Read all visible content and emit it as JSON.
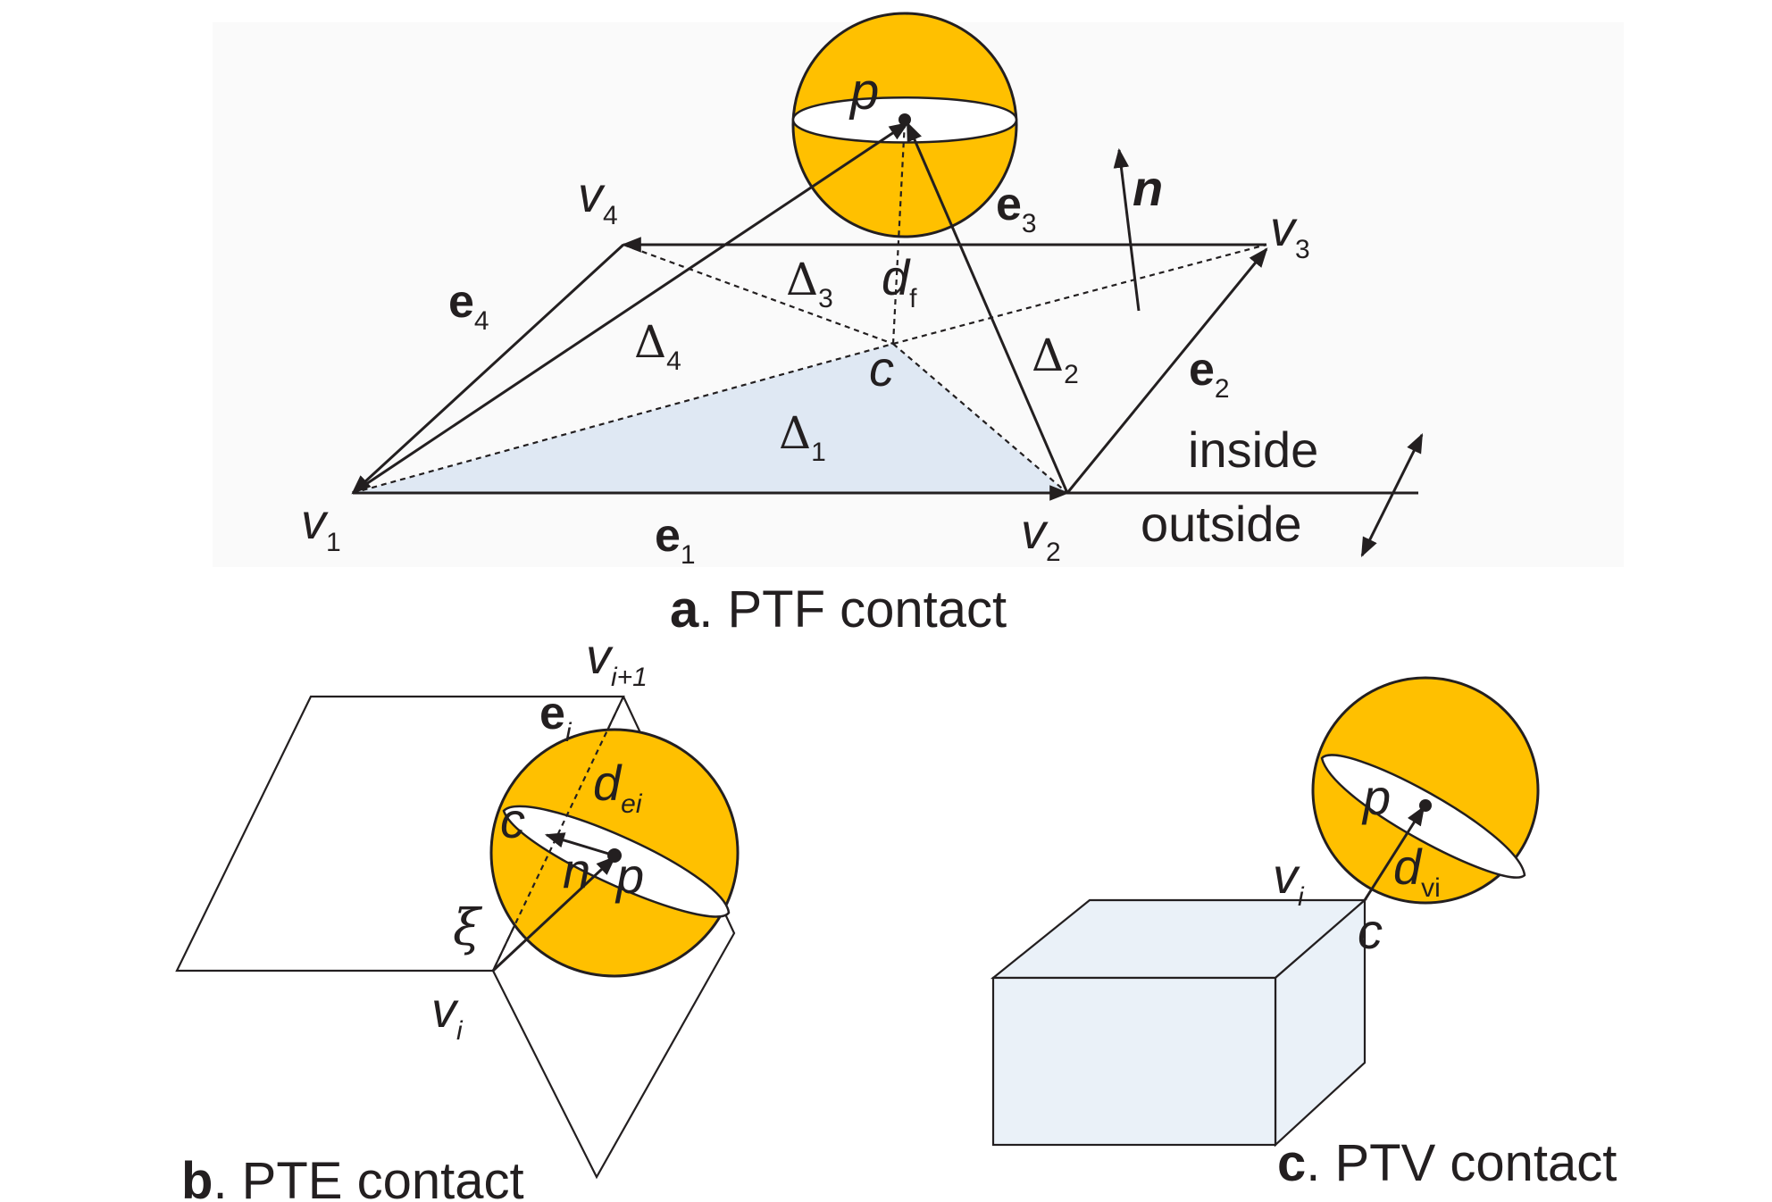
{
  "panel_a": {
    "caption_letter": "a",
    "caption_text": ". PTF contact",
    "p": "p",
    "v1": "v",
    "v1_sub": "1",
    "v2": "v",
    "v2_sub": "2",
    "v3": "v",
    "v3_sub": "3",
    "v4": "v",
    "v4_sub": "4",
    "e1": "e",
    "e1_sub": "1",
    "e2": "e",
    "e2_sub": "2",
    "e3": "e",
    "e3_sub": "3",
    "e4": "e",
    "e4_sub": "4",
    "n": "n",
    "d": "d",
    "d_sub": "f",
    "c": "c",
    "tri1": "Δ",
    "tri1_sub": "1",
    "tri2": "Δ",
    "tri2_sub": "2",
    "tri3": "Δ",
    "tri3_sub": "3",
    "tri4": "Δ",
    "tri4_sub": "4",
    "inside": "inside",
    "outside": "outside"
  },
  "panel_b": {
    "caption_letter": "b",
    "caption_text": ". PTE contact",
    "vi1": "v",
    "vi1_sub": "i+1",
    "ei": "e",
    "ei_sub": "i",
    "d": "d",
    "d_sub": "ei",
    "c": "c",
    "n": "n",
    "p": "p",
    "xi": "ξ",
    "vi": "v",
    "vi_sub": "i"
  },
  "panel_c": {
    "caption_letter": "c",
    "caption_text": ". PTV contact",
    "p": "p",
    "d": "d",
    "d_sub": "vi",
    "vi": "v",
    "vi_sub": "i",
    "c": "c"
  },
  "colors": {
    "sphere": "#ffc000",
    "face_fill": "#dfe8f3",
    "box_fill": "#eaf1f8",
    "ink": "#231f20"
  }
}
